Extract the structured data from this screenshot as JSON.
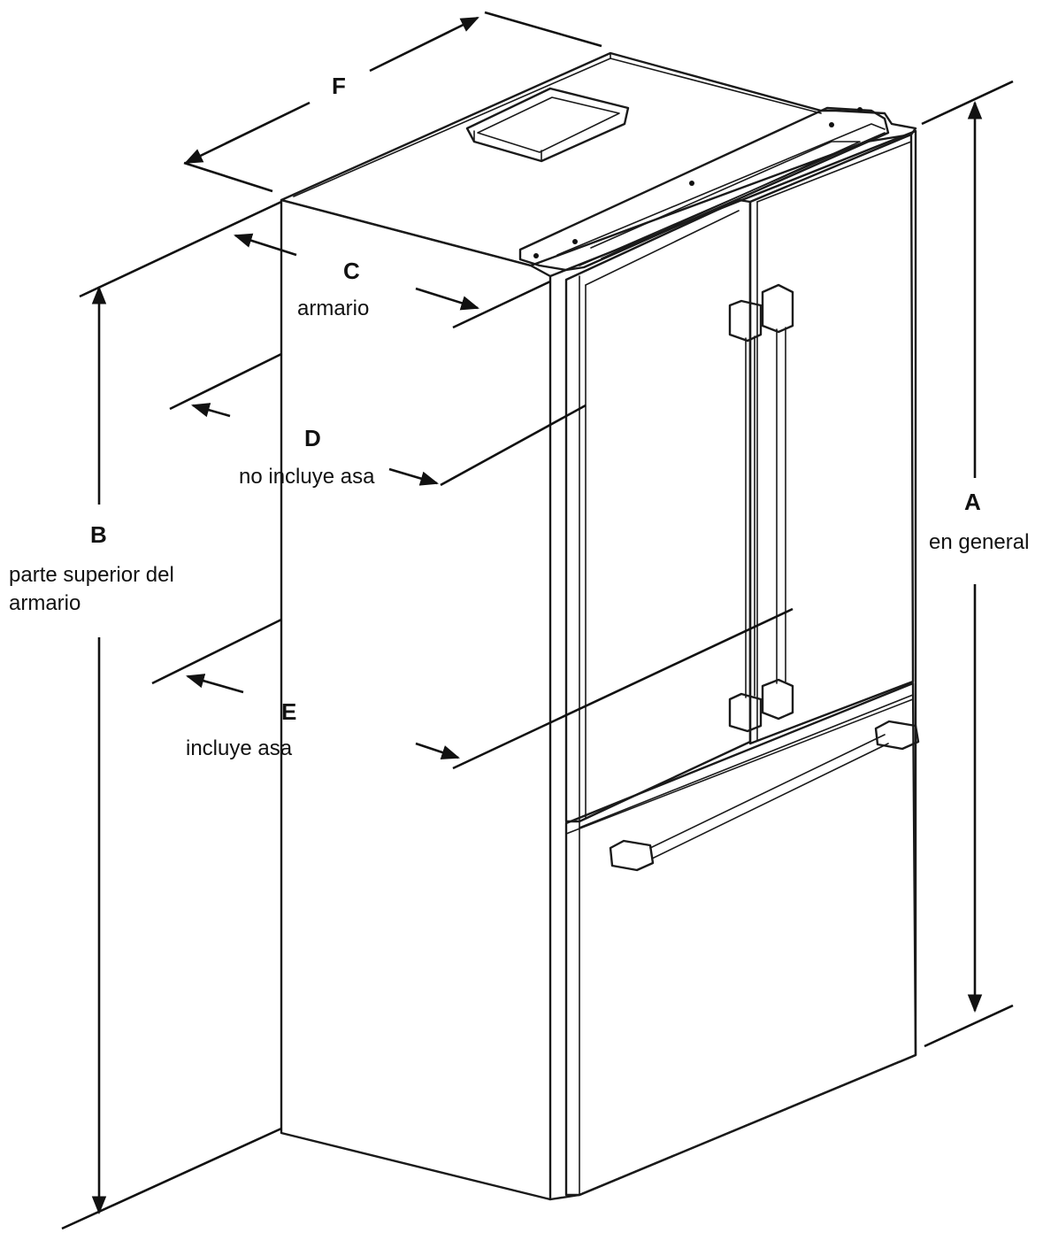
{
  "labels": {
    "A": {
      "letter": "A",
      "note": "en general"
    },
    "B": {
      "letter": "B",
      "note_line1": "parte superior del",
      "note_line2": "armario"
    },
    "C": {
      "letter": "C",
      "note": "armario"
    },
    "D": {
      "letter": "D",
      "note": "no incluye asa"
    },
    "E": {
      "letter": "E",
      "note": "incluye asa"
    },
    "F": {
      "letter": "F"
    }
  }
}
